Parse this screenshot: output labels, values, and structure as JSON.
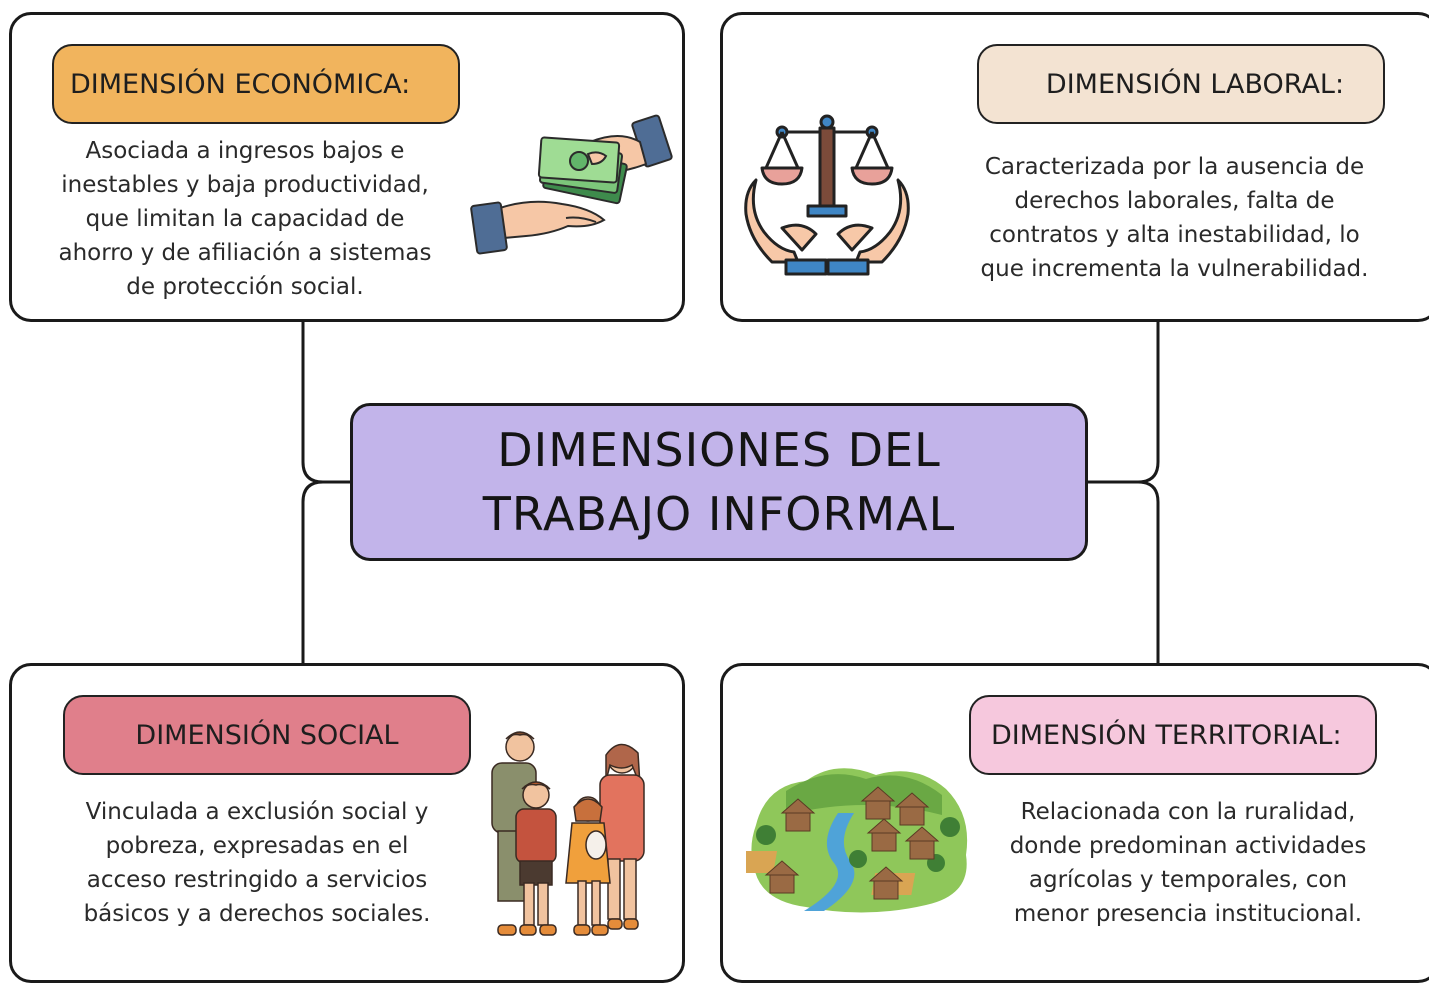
{
  "center": {
    "line1": "DIMENSIONES DEL",
    "line2": "TRABAJO INFORMAL"
  },
  "economica": {
    "title": "DIMENSIÓN ECONÓMICA:",
    "lines": [
      "Asociada a ingresos bajos e",
      "inestables y baja productividad,",
      "que limitan la capacidad de",
      "ahorro y de afiliación a sistemas",
      "de protección social."
    ],
    "color": "#f1b45d"
  },
  "laboral": {
    "title": "DIMENSIÓN LABORAL:",
    "lines": [
      "Caracterizada por la ausencia de",
      "derechos laborales, falta de",
      "contratos y alta inestabilidad, lo",
      "que incrementa la vulnerabilidad."
    ],
    "color": "#f3e3d2"
  },
  "social": {
    "title": "DIMENSIÓN SOCIAL",
    "lines": [
      "Vinculada a exclusión social y",
      "pobreza, expresadas en el",
      "acceso restringido a servicios",
      "básicos y a derechos sociales."
    ],
    "color": "#e07f8b"
  },
  "territorial": {
    "title": "DIMENSIÓN TERRITORIAL:",
    "lines": [
      "Relacionada con la ruralidad,",
      "donde predominan actividades",
      "agrícolas y temporales, con",
      "menor presencia institucional."
    ],
    "color": "#f6c8dd"
  },
  "center_color": "#c2b4ea",
  "illustrations": {
    "economica": "money-hands-icon",
    "laboral": "justice-scale-hands-icon",
    "social": "family-icon",
    "territorial": "rural-village-icon"
  }
}
